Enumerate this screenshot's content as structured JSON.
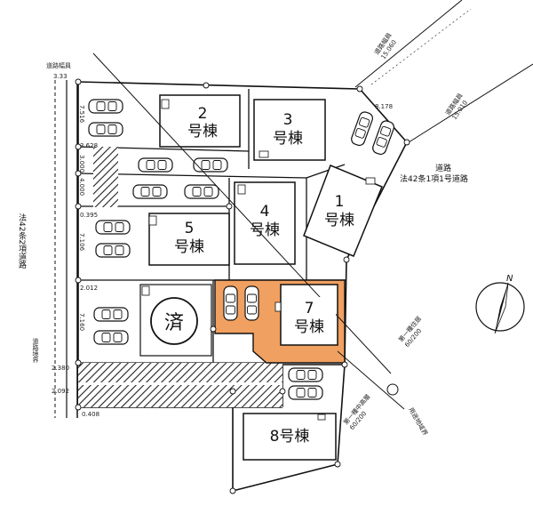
{
  "lots": [
    {
      "id": "lot-1",
      "number": "1",
      "suffix": "号棟"
    },
    {
      "id": "lot-2",
      "number": "2",
      "suffix": "号棟"
    },
    {
      "id": "lot-3",
      "number": "3",
      "suffix": "号棟"
    },
    {
      "id": "lot-4",
      "number": "4",
      "suffix": "号棟"
    },
    {
      "id": "lot-5",
      "number": "5",
      "suffix": "号棟"
    },
    {
      "id": "lot-7",
      "number": "7",
      "suffix": "号棟"
    },
    {
      "id": "lot-8",
      "number": "8",
      "suffix": "号棟"
    }
  ],
  "sold_label": "済",
  "roads": {
    "right_road": "道路\n法42条1項1号道路",
    "left_road": "法42条2項道路",
    "left_edge": "道路境界",
    "road_width_top_left": "道路幅員",
    "road_width_top_left_value": "3.33",
    "road_width_top_right": "道路幅員",
    "road_width_top_right_value": "15.060",
    "road_width_right": "道路幅員",
    "road_width_right_value": "15.010"
  },
  "zoning": {
    "zone_a": "第一種住居",
    "zone_a_ratio": "60/200",
    "zone_b": "第一種中高層",
    "zone_b_ratio": "60/200",
    "zone_boundary": "用途地域界"
  },
  "dimensions": {
    "d1": "7.516",
    "d2": "3.628",
    "d3": "3.000",
    "d4": "4.000",
    "d5": "0.395",
    "d6": "7.106",
    "d7": "2.012",
    "d8": "7.160",
    "d9": "2.380",
    "d10": "2.092",
    "d11": "0.408",
    "d12": "8.178"
  },
  "north_label": "N",
  "colors": {
    "highlight": "#f0a060",
    "line": "#111111",
    "hatch": "#333333"
  }
}
